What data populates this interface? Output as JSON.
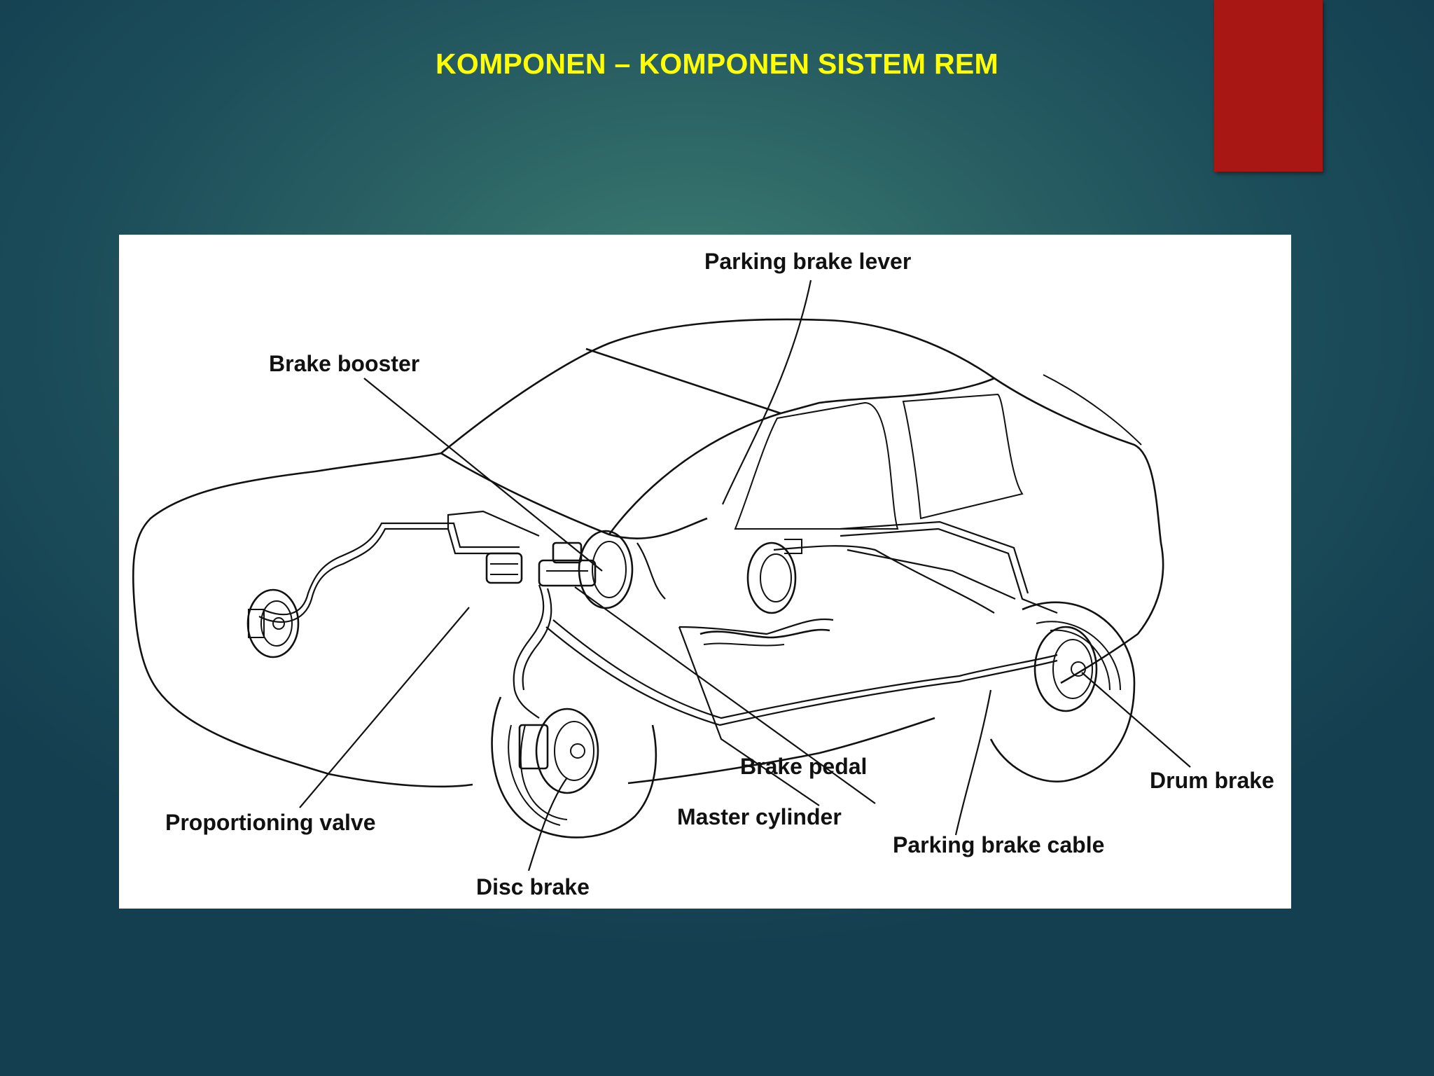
{
  "slide": {
    "title": "KOMPONEN – KOMPONEN SISTEM REM",
    "accent_color": "#a91715",
    "title_color": "#ffff00"
  },
  "diagram": {
    "labels": {
      "parking_brake_lever": "Parking brake lever",
      "brake_booster": "Brake booster",
      "proportioning_valve": "Proportioning valve",
      "disc_brake": "Disc brake",
      "master_cylinder": "Master cylinder",
      "brake_pedal": "Brake pedal",
      "parking_brake_cable": "Parking brake cable",
      "drum_brake": "Drum brake"
    }
  }
}
